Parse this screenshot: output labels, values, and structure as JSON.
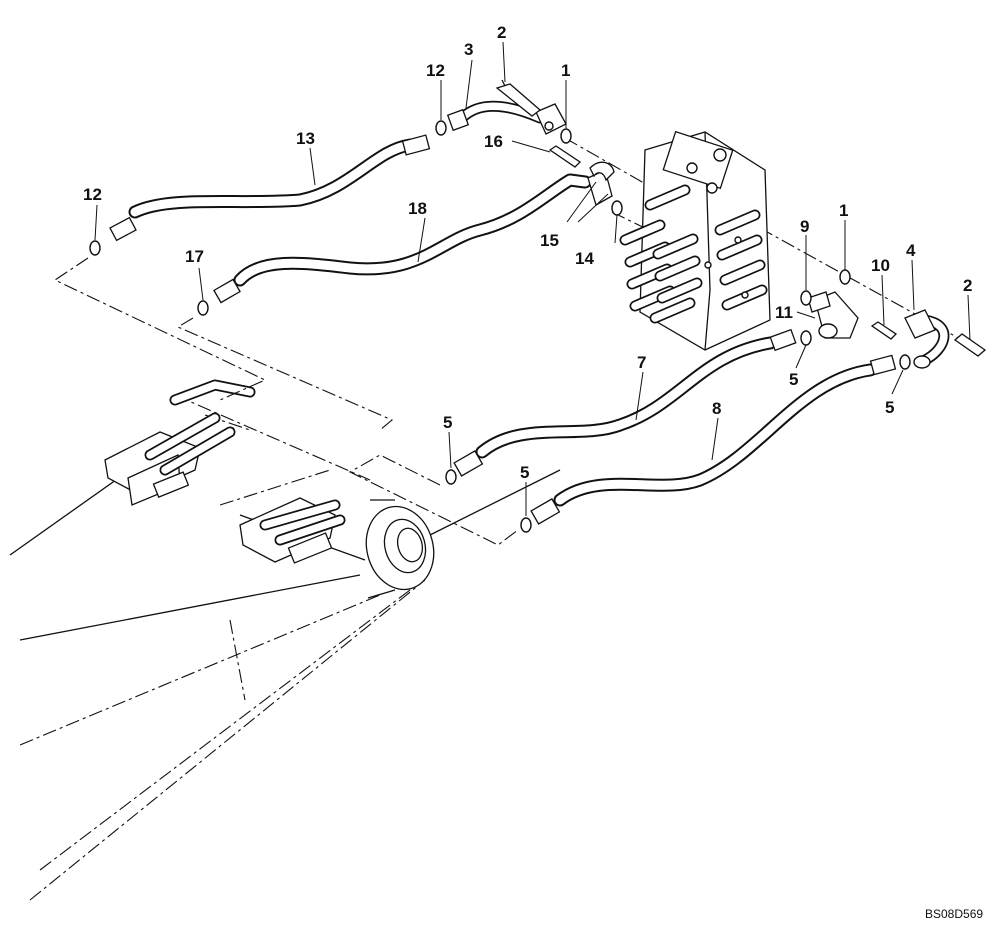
{
  "callouts": {
    "c1a": "1",
    "c1b": "1",
    "c2a": "2",
    "c2b": "2",
    "c3": "3",
    "c4": "4",
    "c5a": "5",
    "c5b": "5",
    "c5c": "5",
    "c5d": "5",
    "c7": "7",
    "c8": "8",
    "c9": "9",
    "c10": "10",
    "c11": "11",
    "c12a": "12",
    "c12b": "12",
    "c13": "13",
    "c14": "14",
    "c15": "15",
    "c16": "16",
    "c17": "17",
    "c18": "18"
  },
  "drawing_ref": "BS08D569"
}
